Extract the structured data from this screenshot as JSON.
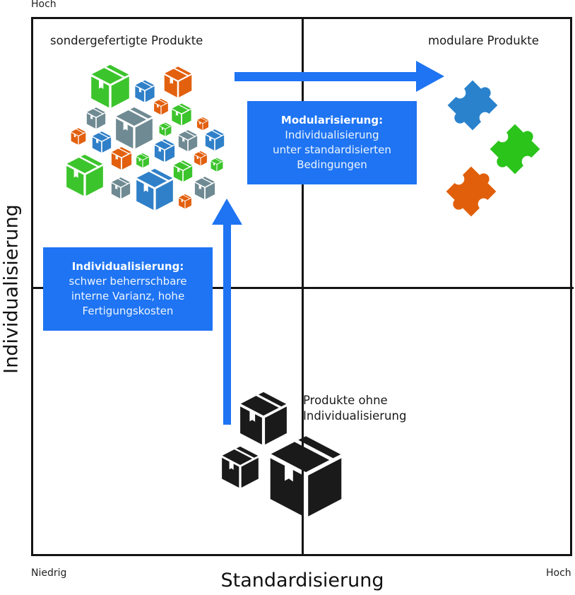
{
  "diagram": {
    "type": "2x2-matrix",
    "axes": {
      "x": {
        "label": "Standardisierung",
        "low": "Niedrig",
        "high": "Hoch"
      },
      "y": {
        "label": "Individualisierung",
        "high": "Hoch"
      }
    },
    "quadrants": {
      "top_left": {
        "label": "sondergefertigte Produkte",
        "icon": "colored-box-cluster-icon"
      },
      "top_right": {
        "label": "modulare Produkte",
        "icon": "puzzle-pieces-icon"
      },
      "bottom_right": {
        "label_line1": "Produkte ohne",
        "label_line2": "Individualisierung",
        "icon": "black-boxes-icon"
      }
    },
    "info_boxes": {
      "modularisierung": {
        "title": "Modularisierung:",
        "lines": [
          "Individualisierung",
          "unter standardisierten",
          "Bedingungen"
        ]
      },
      "individualisierung": {
        "title": "Individualisierung:",
        "lines": [
          "schwer beherrschbare",
          "interne Varianz, hohe",
          "Fertigungskosten"
        ]
      }
    },
    "arrows": [
      {
        "name": "arrow-to-modular",
        "direction": "right",
        "from": "sondergefertigte Produkte",
        "to": "modulare Produkte"
      },
      {
        "name": "arrow-to-custom",
        "direction": "up",
        "from": "Produkte ohne Individualisierung",
        "to": "sondergefertigte Produkte"
      }
    ],
    "colors": {
      "accent": "#1e74f2",
      "green": "#3cc42c",
      "blue": "#2f80c8",
      "orange": "#e2600e",
      "gray": "#6f8a92",
      "black": "#1a1a1a",
      "puzzle_blue": "#2a82cc",
      "puzzle_green": "#2ac41a",
      "puzzle_orange": "#e15f0a"
    }
  }
}
